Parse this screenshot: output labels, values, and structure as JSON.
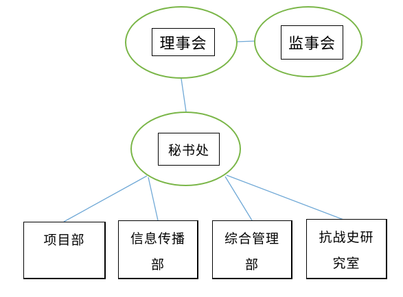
{
  "nodes": {
    "council": "理事会",
    "supervisors": "监事会",
    "secretariat": "秘书处"
  },
  "departments": [
    {
      "line1": "项目部",
      "line2": ""
    },
    {
      "line1": "信息传播",
      "line2": "部"
    },
    {
      "line1": "综合管理",
      "line2": "部"
    },
    {
      "line1": "抗战史研",
      "line2": "究室"
    }
  ],
  "colors": {
    "ellipse_border": "#7ab648",
    "connector": "#6fa8d6",
    "box_border": "#000000"
  }
}
